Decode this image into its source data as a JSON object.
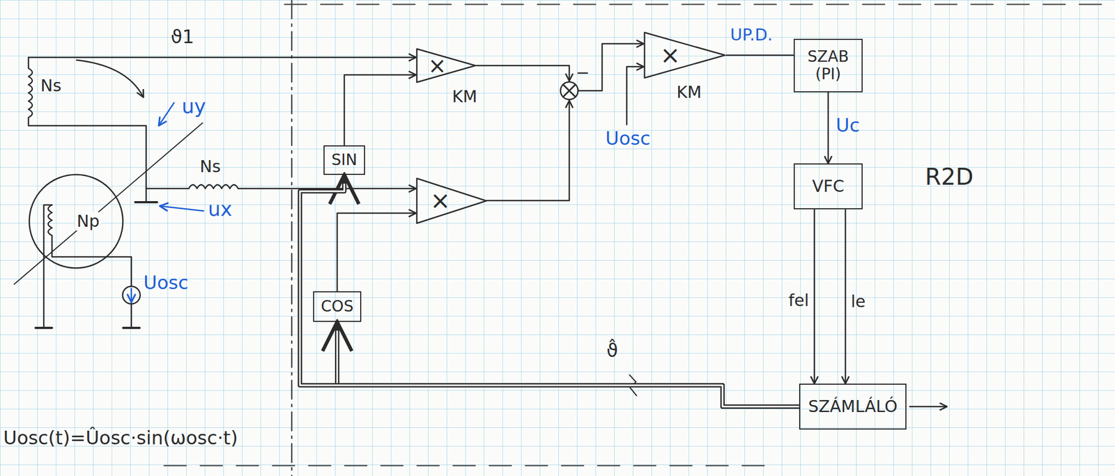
{
  "diagram": {
    "nodes": [
      {
        "text": [
          "Np"
        ]
      },
      {
        "text": [
          "×"
        ]
      },
      {
        "text": [
          "SIN"
        ]
      },
      {
        "text": [
          "×"
        ]
      },
      {
        "text": [
          "COS"
        ]
      },
      {
        "text": [
          "×"
        ]
      },
      {
        "text": [
          "SZAB",
          "(PI)"
        ]
      },
      {
        "text": [
          "VFC"
        ]
      },
      {
        "text": [
          "SZÁMLÁLÓ"
        ]
      }
    ],
    "edges": [
      {
        "from": 2,
        "to": 1,
        "arrow": "to"
      },
      {
        "from": 4,
        "to": 3,
        "arrow": "to"
      },
      {
        "from": 5,
        "to": 6,
        "arrow": "none",
        "label": "UP.D."
      },
      {
        "from": 6,
        "to": 7,
        "arrow": "to",
        "label": "Uc"
      },
      {
        "from": 7,
        "to": 8,
        "arrow": "to",
        "label": "fel"
      },
      {
        "from": 7,
        "to": 8,
        "arrow": "to",
        "label": "le"
      },
      {
        "from": 8,
        "to": 4,
        "arrow": "to",
        "label": "ϑ̂"
      },
      {
        "from": 8,
        "to": 2,
        "arrow": "to"
      }
    ],
    "labels": [
      "ϑ1",
      "uy",
      "Ns",
      "Ns",
      "ux",
      "Uosc",
      "KM",
      "−",
      "KM",
      "Uosc",
      "R2D",
      "Uosc(t)=Ûosc·sin(ωosc·t)"
    ]
  }
}
